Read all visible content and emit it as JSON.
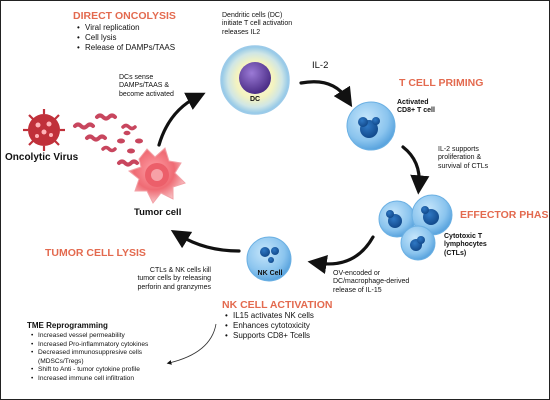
{
  "direct_oncolysis": {
    "heading": "DIRECT ONCOLYSIS",
    "items": [
      "Viral replication",
      "Cell lysis",
      "Release of DAMPs/TAAS"
    ]
  },
  "dc": {
    "description_line1": "Dendritic cells  (DC)",
    "description_line2": "initiate T cell activation",
    "description_line3": "releases IL2",
    "cell_label": "DC"
  },
  "dc_sense": {
    "line1": "DCs sense",
    "line2": "DAMPs/TAAS  &",
    "line3": "become activated"
  },
  "il2_label": "IL-2",
  "t_cell_priming": {
    "heading": "T CELL PRIMING",
    "cell_label_line1": "Activated",
    "cell_label_line2": "CD8+ T cell"
  },
  "il2_supports": {
    "line1": "IL-2 supports",
    "line2": "proliferation &",
    "line3": "survival of CTLs"
  },
  "oncolytic_virus_label": "Oncolytic Virus",
  "tumor_cell_label": "Tumor cell",
  "effector_phase": {
    "heading": "EFFECTOR PHASE",
    "cell_label_line1": "Cytotoxic T",
    "cell_label_line2": "lymphocytes",
    "cell_label_line3": "(CTLs)"
  },
  "tumor_cell_lysis": {
    "heading": "TUMOR CELL LYSIS",
    "line1": "CTLs & NK cells kill",
    "line2": "tumor cells by releasing",
    "line3": "perforin and granzymes"
  },
  "nk_cell_label": "NK Cell",
  "il15": {
    "line1": "OV-encoded or",
    "line2": "DC/macrophage-derived",
    "line3": "release of IL-15"
  },
  "nk_activation": {
    "heading": "NK CELL ACTIVATION",
    "items": [
      "IL15 activates NK cells",
      "Enhances cytotoxicity",
      "Supports CD8+ Tcells"
    ]
  },
  "tme": {
    "heading": "TME Reprogramming",
    "items": [
      "Increased vessel permeability",
      "Increased Pro-inflammatory cytokines",
      "Decreased immunosuppresive cells",
      "(MDSCs/Tregs)",
      "Shift to Anti - tumor cytokine profile",
      "Increased immune cell infiltration"
    ]
  },
  "colors": {
    "heading": "#e36a4f",
    "cell_blue": "#7ab8e8",
    "dc_purple": "#6a4aa6",
    "virus_red": "#c0303a"
  }
}
